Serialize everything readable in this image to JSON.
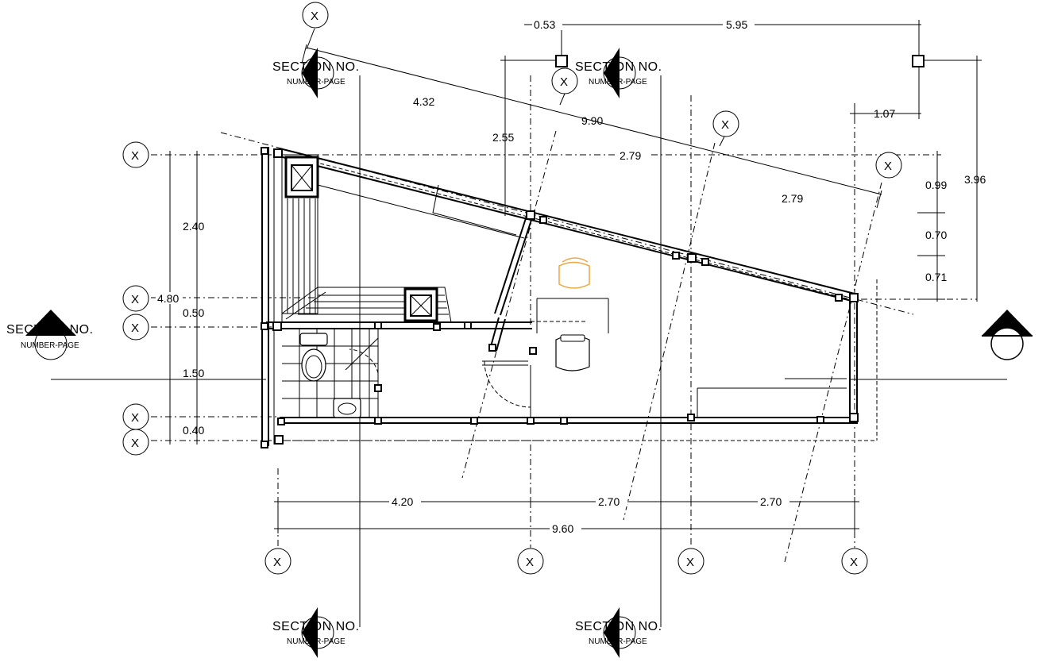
{
  "section_markers": [
    {
      "title": "SECTION NO.",
      "sub": "NUMBER-PAGE"
    },
    {
      "title": "SECTION NO.",
      "sub": "NUMBER-PAGE"
    },
    {
      "title": "SECTION NO.",
      "sub": "NUMBER-PAGE"
    },
    {
      "title": "SECTION NO.",
      "sub": "NUMBER-PAGE"
    },
    {
      "title": "SECTION NO.",
      "sub": "NUMBER-PAGE"
    }
  ],
  "grid_bubble_label": "X",
  "dimensions": {
    "top_053": "0.53",
    "top_595": "5.95",
    "diag_432": "4.32",
    "diag_990": "9.90",
    "v_255": "2.55",
    "diag_279a": "2.79",
    "diag_279b": "2.79",
    "r_107": "1.07",
    "r_099": "0.99",
    "r_070": "0.70",
    "r_071": "0.71",
    "r_396": "3.96",
    "l_240": "2.40",
    "l_480": "4.80",
    "l_050": "0.50",
    "l_150": "1.50",
    "l_040": "0.40",
    "b_420": "4.20",
    "b_270a": "2.70",
    "b_270b": "2.70",
    "b_960": "9.60"
  },
  "colors": {
    "line": "#000000",
    "chair_accent": "#f0a640",
    "background": "#ffffff"
  }
}
